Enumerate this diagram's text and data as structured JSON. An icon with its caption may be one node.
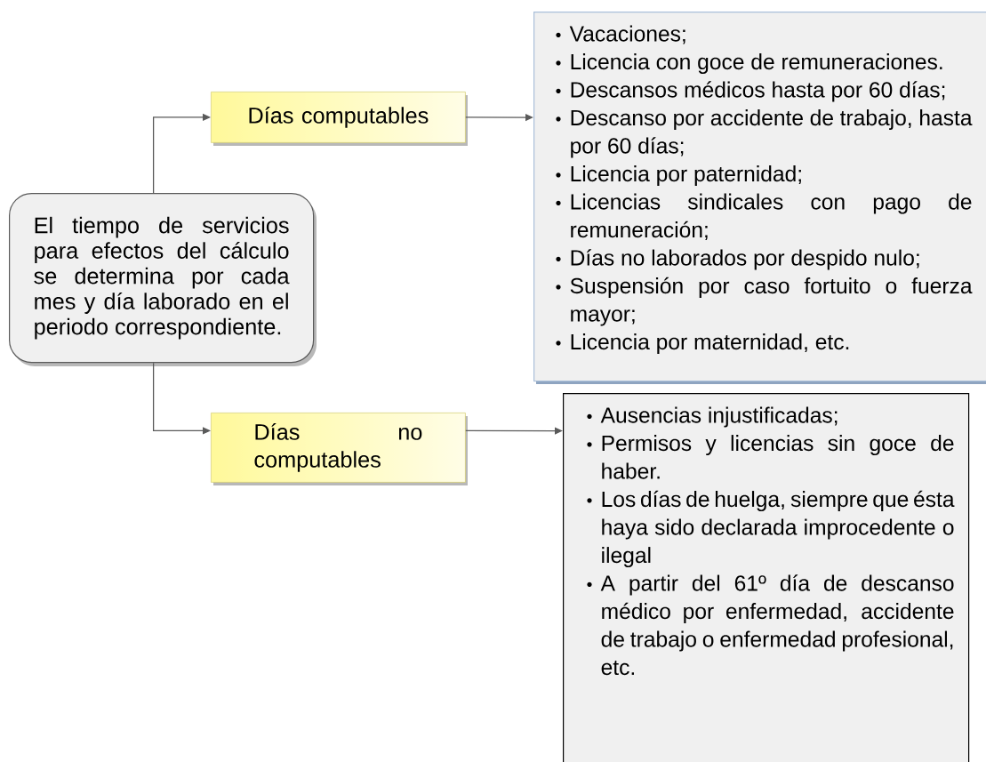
{
  "diagram": {
    "nodes": [
      {
        "text": [
          "El tiempo de servicios para efectos del cálculo se determina por cada mes y día laborado en el periodo correspondiente."
        ]
      },
      {
        "text": [
          "Días computables"
        ]
      },
      {
        "text": [
          "Días no computables"
        ]
      },
      {
        "text": [
          "Vacaciones;",
          "Licencia con goce de remuneraciones.",
          "Descansos médicos hasta por 60 días;",
          "Descanso por accidente de trabajo, hasta por 60 días;",
          "Licencia por paternidad;",
          "Licencias sindicales con pago de remuneración;",
          "Días no laborados por despido nulo;",
          "Suspensión por caso fortuito o fuerza mayor;",
          "Licencia por maternidad, etc."
        ]
      },
      {
        "text": [
          "Ausencias injustificadas;",
          "Permisos y licencias sin goce de haber.",
          "Los días de huelga, siempre que ésta haya sido declarada improcedente o ilegal",
          "A partir del 61º día de descanso médico por enfermedad, accidente de trabajo o enfermedad profesional, etc."
        ]
      }
    ],
    "edges": [
      {
        "from": 0,
        "to": 1,
        "arrow": "to"
      },
      {
        "from": 0,
        "to": 2,
        "arrow": "to"
      },
      {
        "from": 1,
        "to": 3,
        "arrow": "to"
      },
      {
        "from": 2,
        "to": 4,
        "arrow": "to"
      }
    ]
  }
}
